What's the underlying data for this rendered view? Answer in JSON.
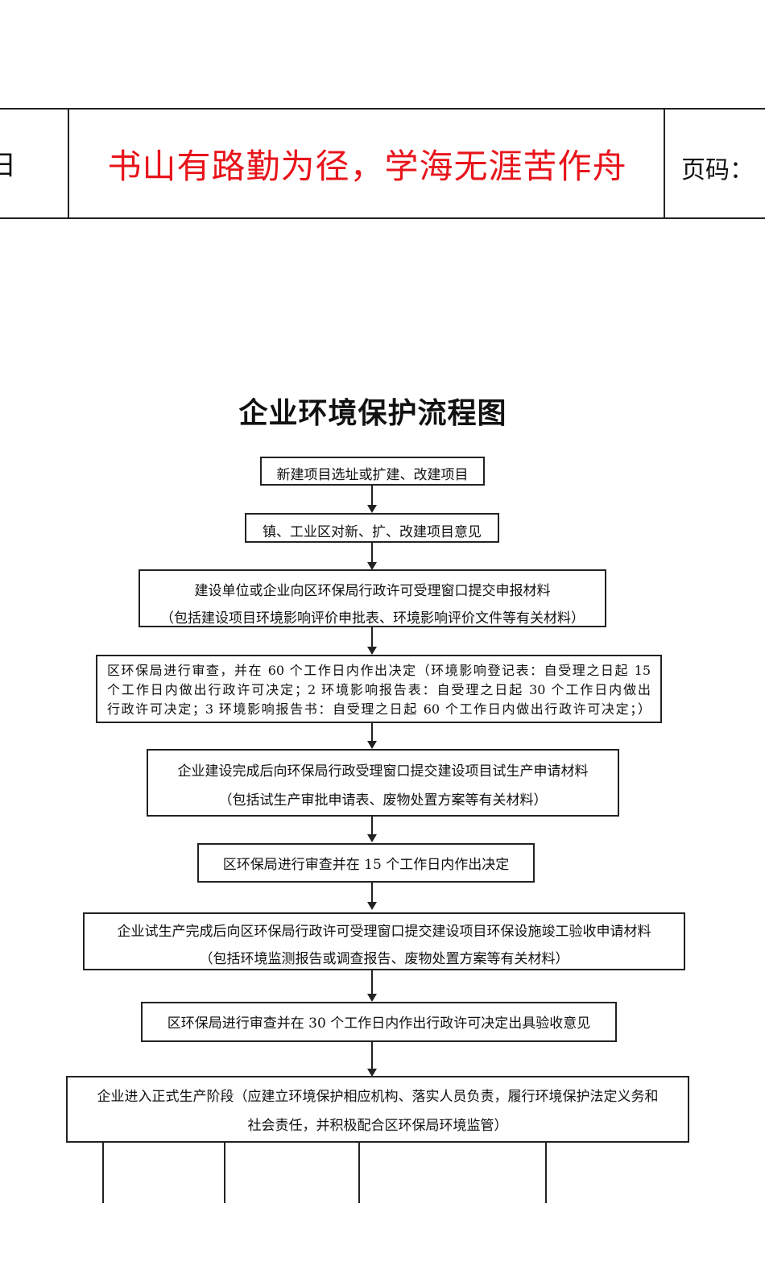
{
  "header": {
    "left_text": "日",
    "motto": "书山有路勤为径，学海无涯苦作舟",
    "motto_color": "#e8141b",
    "page_label": "页码："
  },
  "title": "企业环境保护流程图",
  "steps": [
    {
      "lines": [
        "新建项目选址或扩建、改建项目"
      ]
    },
    {
      "lines": [
        "镇、工业区对新、扩、改建项目意见"
      ]
    },
    {
      "lines": [
        "建设单位或企业向区环保局行政许可受理窗口提交申报材料",
        "（包括建设项目环境影响评价申批表、环境影响评价文件等有关材料）"
      ]
    },
    {
      "lines": [
        "区环保局进行审查，并在 60 个工作日内作出决定（环境影响登记表：自受理之日起 15",
        "个工作日内做出行政许可决定；2 环境影响报告表：自受理之日起 30 个工作日内做出",
        "行政许可决定；3 环境影响报告书：自受理之日起 60 个工作日内做出行政许可决定；）"
      ]
    },
    {
      "lines": [
        "企业建设完成后向环保局行政受理窗口提交建设项目试生产申请材料",
        "（包括试生产审批申请表、废物处置方案等有关材料）"
      ]
    },
    {
      "lines": [
        "区环保局进行审查并在 15 个工作日内作出决定"
      ]
    },
    {
      "lines": [
        "企业试生产完成后向区环保局行政许可受理窗口提交建设项目环保设施竣工验收申请材料",
        "（包括环境监测报告或调查报告、废物处置方案等有关材料）"
      ]
    },
    {
      "lines": [
        "区环保局进行审查并在 30 个工作日内作出行政许可决定出具验收意见"
      ]
    },
    {
      "lines": [
        "企业进入正式生产阶段（应建立环境保护相应机构、落实人员负责，履行环境保护法定义务和",
        "社会责任，并积极配合区环保局环境监管）"
      ]
    }
  ]
}
